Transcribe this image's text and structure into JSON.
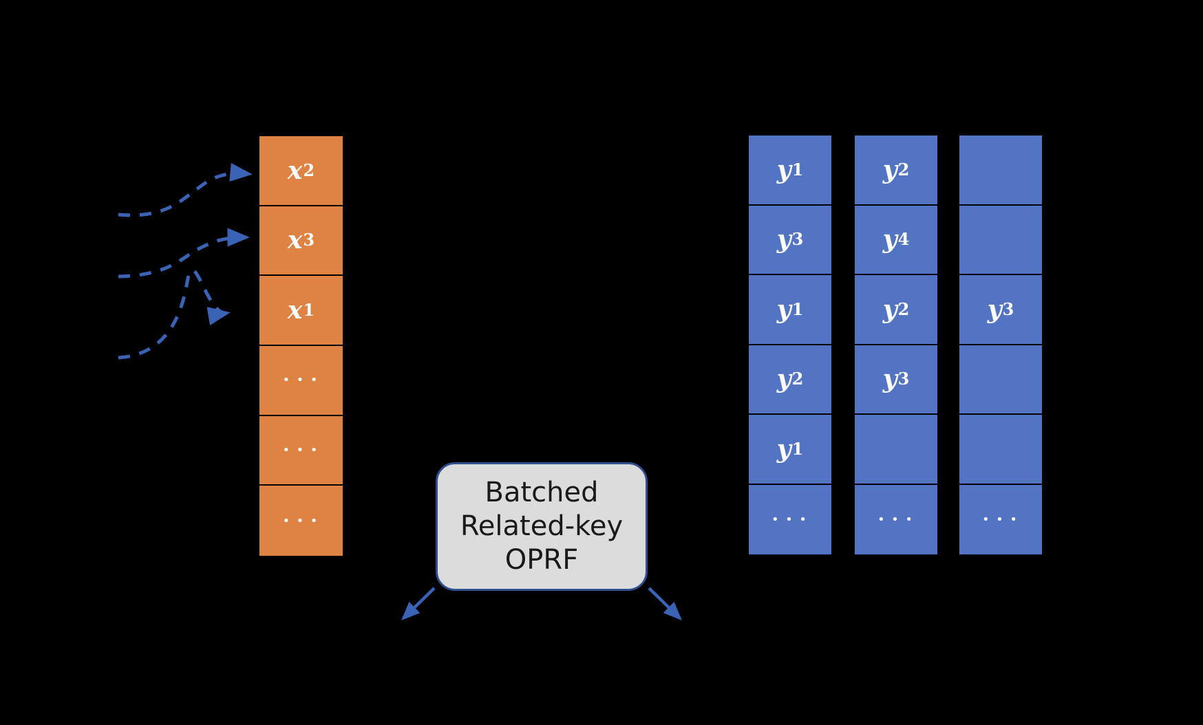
{
  "diagram": {
    "title": "Batched Related-key OPRF cuckoo-hashing diagram",
    "background_color": "#000000",
    "colors": {
      "sender_table": "#DE8344",
      "receiver_table": "#5274C3",
      "arrow": "#3A62B5",
      "box_fill": "#DCDCDC",
      "box_border": "#2F4F8F",
      "cell_border": "#000000",
      "cell_text": "#FFFFFF"
    }
  },
  "input_table": {
    "name": "cuckoo-hash-table",
    "columns": 1,
    "rows": 6,
    "cells": [
      {
        "var": "x",
        "sub": "2",
        "ellipsis": false
      },
      {
        "var": "x",
        "sub": "3",
        "ellipsis": false
      },
      {
        "var": "x",
        "sub": "1",
        "ellipsis": false
      },
      {
        "var": "",
        "sub": "",
        "ellipsis": true
      },
      {
        "var": "",
        "sub": "",
        "ellipsis": true
      },
      {
        "var": "",
        "sub": "",
        "ellipsis": true
      }
    ]
  },
  "hash_arrows": {
    "name": "hash-function-arrows",
    "style": "dashed",
    "count": 3,
    "targets": [
      "row-1",
      "row-2",
      "row-3"
    ]
  },
  "oprf_box": {
    "name": "batched-related-key-oprf",
    "lines": [
      "Batched",
      "Related-key",
      "OPRF"
    ]
  },
  "output_arrows": {
    "name": "oprf-output-arrows",
    "style": "solid",
    "count": 2,
    "directions": [
      "down-left",
      "down-right"
    ]
  },
  "output_tables": {
    "name": "simple-hash-tables",
    "columns": 3,
    "rows": 6,
    "table1": {
      "label": "bin-column-1",
      "cells": [
        {
          "var": "y",
          "sub": "1",
          "ellipsis": false
        },
        {
          "var": "y",
          "sub": "3",
          "ellipsis": false
        },
        {
          "var": "y",
          "sub": "1",
          "ellipsis": false
        },
        {
          "var": "y",
          "sub": "2",
          "ellipsis": false
        },
        {
          "var": "y",
          "sub": "1",
          "ellipsis": false
        },
        {
          "var": "",
          "sub": "",
          "ellipsis": true
        }
      ]
    },
    "table2": {
      "label": "bin-column-2",
      "cells": [
        {
          "var": "y",
          "sub": "2",
          "ellipsis": false
        },
        {
          "var": "y",
          "sub": "4",
          "ellipsis": false
        },
        {
          "var": "y",
          "sub": "2",
          "ellipsis": false
        },
        {
          "var": "y",
          "sub": "3",
          "ellipsis": false
        },
        {
          "var": "",
          "sub": "",
          "ellipsis": false
        },
        {
          "var": "",
          "sub": "",
          "ellipsis": true
        }
      ]
    },
    "table3": {
      "label": "bin-column-3",
      "cells": [
        {
          "var": "",
          "sub": "",
          "ellipsis": false
        },
        {
          "var": "",
          "sub": "",
          "ellipsis": false
        },
        {
          "var": "y",
          "sub": "3",
          "ellipsis": false
        },
        {
          "var": "",
          "sub": "",
          "ellipsis": false
        },
        {
          "var": "",
          "sub": "",
          "ellipsis": false
        },
        {
          "var": "",
          "sub": "",
          "ellipsis": true
        }
      ]
    }
  }
}
